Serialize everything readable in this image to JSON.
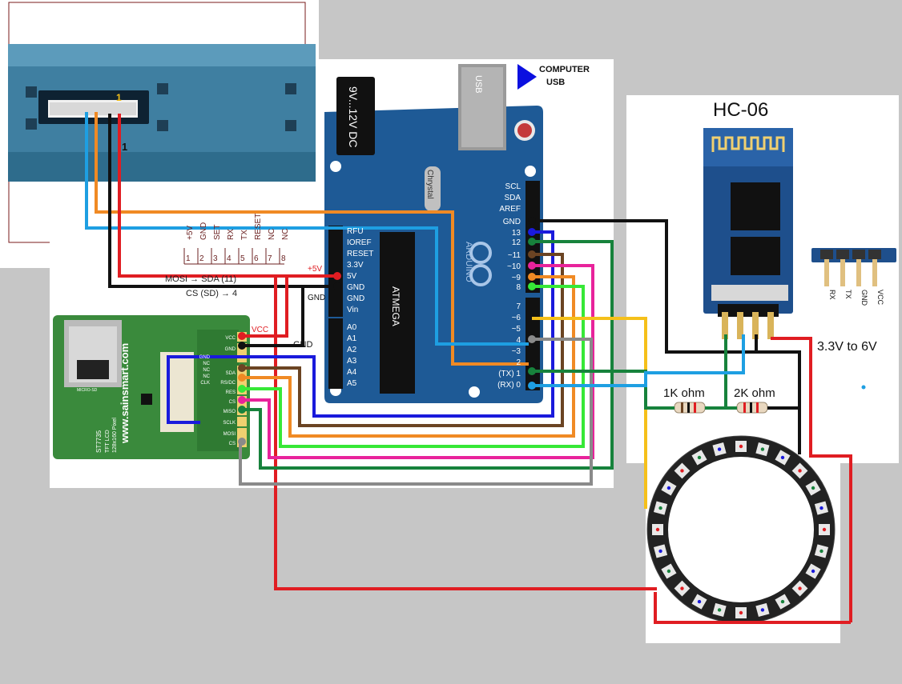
{
  "sensor": {
    "pin_marker_top": "1",
    "pin_marker_side": "1",
    "pin_labels": [
      "+5V",
      "GND",
      "SET",
      "RX",
      "TX",
      "RESET",
      "NC",
      "NC"
    ],
    "pin_numbers": [
      "1",
      "2",
      "3",
      "4",
      "5",
      "6",
      "7",
      "8"
    ]
  },
  "arduino": {
    "power_jack": "9V...12V DC",
    "usb": "USB",
    "computer_usb": [
      "COMPUTER",
      "USB"
    ],
    "crystal": "Chrystal",
    "chip": "ATMEGA",
    "logo_text": "ARDUINO",
    "power_header": [
      "RFU",
      "IOREF",
      "RESET",
      "3.3V",
      "5V",
      "GND",
      "GND",
      "Vin"
    ],
    "analog_header": [
      "A0",
      "A1",
      "A2",
      "A3",
      "A4",
      "A5"
    ],
    "top_header": [
      "SCL",
      "SDA",
      "AREF",
      "GND",
      "13",
      "12",
      "~11",
      "~10",
      "~9",
      "8"
    ],
    "bottom_header": [
      "7",
      "~6",
      "~5",
      "4",
      "~3",
      "2",
      "(TX) 1",
      "(RX) 0"
    ],
    "plus5v_label": "+5V",
    "gnd_label": "GND"
  },
  "annotations": {
    "mosi_line": "MOSI → SDA (11)",
    "cs_line": "CS (SD) → 4",
    "vcc": "VCC",
    "gnd": "GND"
  },
  "lcd": {
    "pins": [
      "VCC",
      "GND",
      "GND",
      "NC",
      "NC",
      "NC",
      "CLK",
      "SDA",
      "RS/DC",
      "RES",
      "CS",
      "MISO",
      "SCLK",
      "MOSI",
      "CS"
    ],
    "brand": "www.sainsmart.com",
    "model": "ST7735",
    "sub": [
      "TFT LCD",
      "128x160 Pixel"
    ],
    "sd_label": "MICRO-SD"
  },
  "bluetooth": {
    "title": "HC-06",
    "pins": [
      "RX",
      "TX",
      "GND",
      "VCC"
    ],
    "voltage": "3.3V to 6V",
    "resistor_1k": "1K ohm",
    "resistor_2k": "2K ohm"
  },
  "colors": {
    "red": "#e01d22",
    "black": "#111111",
    "blue": "#1a1adc",
    "lightblue": "#1e9fe2",
    "orange": "#f08a24",
    "brown": "#6b4423",
    "green": "#17823c",
    "lime": "#37e837",
    "magenta": "#e8239b",
    "gold": "#f5c01a",
    "gray": "#8a8a8a",
    "board": "#1e5a96",
    "pcb": "#3a8a3c"
  },
  "ring_led_count": 24
}
